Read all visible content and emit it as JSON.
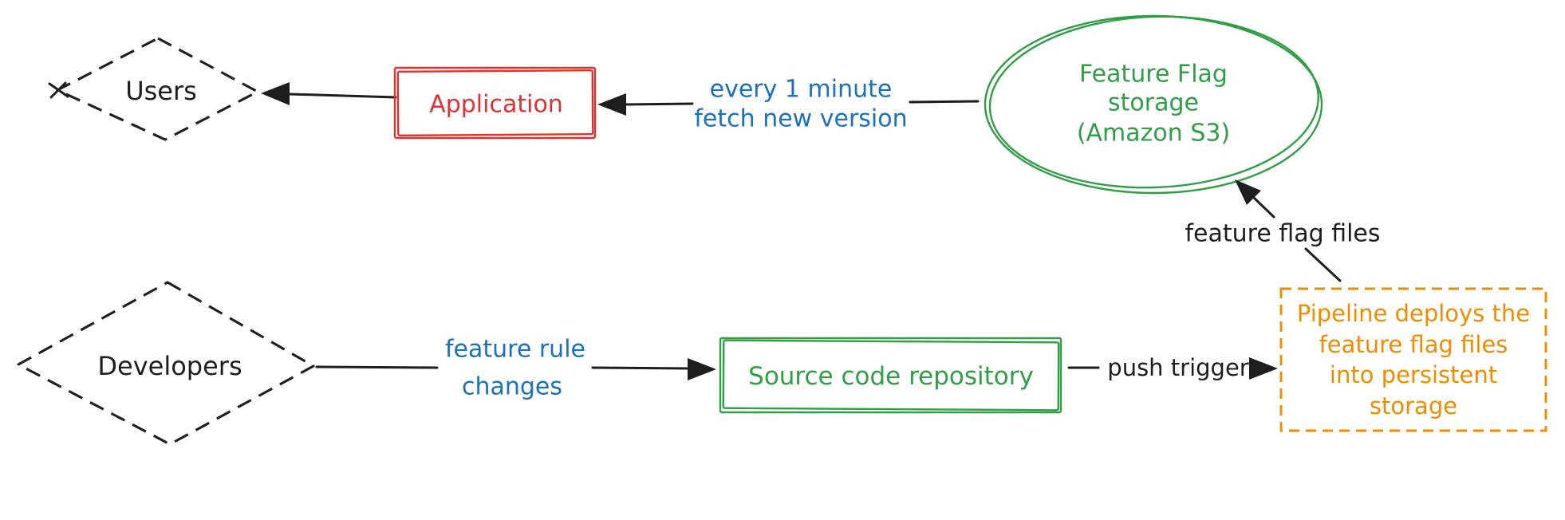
{
  "palette": {
    "background": "#ffffff",
    "ink_black": "#1e1e1e",
    "red": "#e03131",
    "green": "#2f9e44",
    "blue": "#1971c2",
    "orange": "#f08c00"
  },
  "diagram": {
    "nodes": {
      "users": {
        "label": "Users"
      },
      "application": {
        "label": "Application"
      },
      "storage": {
        "lines": [
          "Feature Flag",
          "storage",
          "(Amazon S3)"
        ]
      },
      "developers": {
        "label": "Developers"
      },
      "repository": {
        "label": "Source code repository"
      },
      "pipeline": {
        "lines": [
          "Pipeline deploys the",
          "feature flag files",
          "into persistent",
          "storage"
        ]
      }
    },
    "edges": {
      "storage_to_application": {
        "lines": [
          "every 1 minute",
          "fetch new version"
        ]
      },
      "pipeline_to_storage": {
        "label": "feature flag files"
      },
      "developers_to_repository": {
        "lines": [
          "feature rule",
          "changes"
        ]
      },
      "repository_to_pipeline": {
        "label": "push trigger"
      }
    }
  }
}
